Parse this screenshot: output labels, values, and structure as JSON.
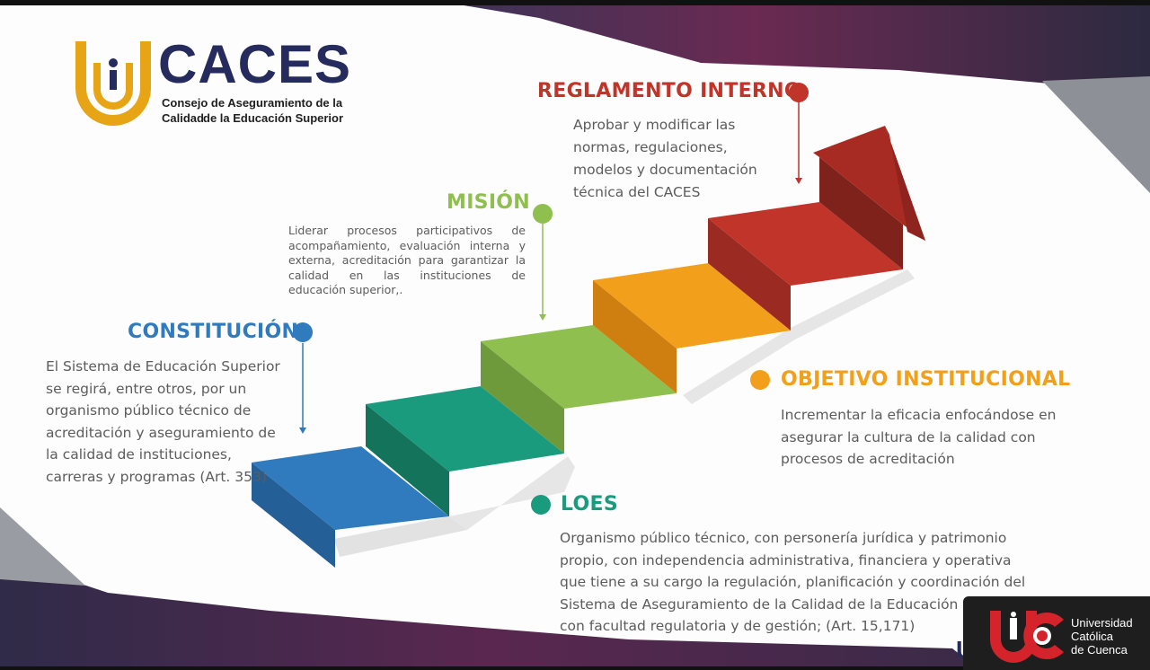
{
  "colors": {
    "constitucion": "#2f7bbd",
    "mision": "#8ebf4f",
    "reglamento": "#c0342a",
    "objetivo": "#f2a01c",
    "loes": "#1a9b7e",
    "caces_navy": "#252b5c",
    "caces_gold": "#e7a414"
  },
  "logo": {
    "title": "CACES",
    "subtitle_line1": "Consejo de Aseguramiento de la Calidad",
    "subtitle_line2": "de la Educación Superior"
  },
  "reglamento": {
    "title": "REGLAMENTO INTERNO",
    "lines": [
      "Aprobar y modificar las",
      "normas, regulaciones,",
      "modelos y documentación",
      "técnica del CACES"
    ]
  },
  "mision": {
    "title": "MISIÓN",
    "lines": [
      "Liderar procesos participativos de",
      "acompañamiento, evaluación interna y",
      "externa, acreditación para garantizar la",
      "calidad en las instituciones de",
      "educación superior,."
    ]
  },
  "constitucion": {
    "title": "CONSTITUCIÓN",
    "lines": [
      "El Sistema de Educación Superior",
      "se regirá, entre otros, por un",
      "organismo público técnico de",
      "acreditación y aseguramiento de",
      "la calidad de instituciones,",
      "carreras y programas (Art. 353)"
    ]
  },
  "objetivo": {
    "title": "OBJETIVO INSTITUCIONAL",
    "lines": [
      "Incrementar la eficacia enfocándose en",
      "asegurar la cultura de la calidad con",
      "procesos de acreditación"
    ]
  },
  "loes": {
    "title": "LOES",
    "lines": [
      "Organismo público técnico, con personería jurídica y patrimonio",
      "propio, con independencia administrativa, financiera y operativa",
      "que tiene a su cargo la regulación, planificación y coordinación del",
      "Sistema de Aseguramiento de la Calidad de la Educación Super",
      "con facultad regulatoria y de gestión; (Art. 15,171)"
    ]
  },
  "ucc": {
    "line1": "Universidad",
    "line2": "Católica",
    "line3": "de Cuenca",
    "partial": "U"
  }
}
